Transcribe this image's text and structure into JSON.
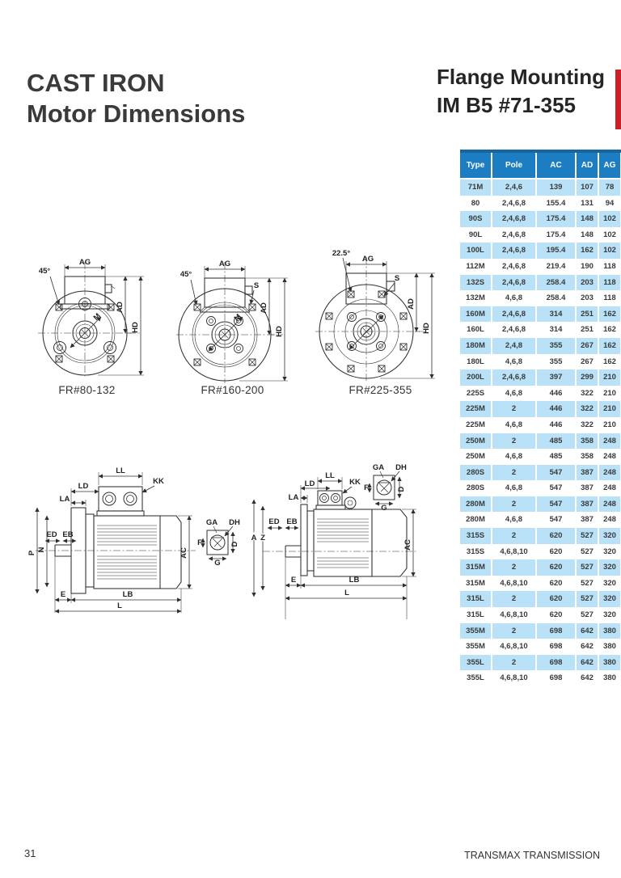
{
  "page": {
    "title_line1": "CAST IRON",
    "title_line2": "Motor Dimensions",
    "heading_line1": "Flange Mounting",
    "heading_line2": "IM B5 #71-355",
    "page_number": "31",
    "footer": "TRANSMAX TRANSMISSION"
  },
  "colors": {
    "header_blue": "#1d7dc2",
    "header_top": "#15659f",
    "row_blue": "#b9e2f8",
    "red_tab": "#cb2026",
    "line": "#2f2f2f"
  },
  "table": {
    "columns": [
      "Type",
      "Pole",
      "AC",
      "AD",
      "AG"
    ],
    "rows": [
      [
        "71M",
        "2,4,6",
        "139",
        "107",
        "78"
      ],
      [
        "80",
        "2,4,6,8",
        "155.4",
        "131",
        "94"
      ],
      [
        "90S",
        "2,4,6,8",
        "175.4",
        "148",
        "102"
      ],
      [
        "90L",
        "2,4,6,8",
        "175.4",
        "148",
        "102"
      ],
      [
        "100L",
        "2,4,6,8",
        "195.4",
        "162",
        "102"
      ],
      [
        "112M",
        "2,4,6,8",
        "219.4",
        "190",
        "118"
      ],
      [
        "132S",
        "2,4,6,8",
        "258.4",
        "203",
        "118"
      ],
      [
        "132M",
        "4,6,8",
        "258.4",
        "203",
        "118"
      ],
      [
        "160M",
        "2,4,6,8",
        "314",
        "251",
        "162"
      ],
      [
        "160L",
        "2,4,6,8",
        "314",
        "251",
        "162"
      ],
      [
        "180M",
        "2,4,8",
        "355",
        "267",
        "162"
      ],
      [
        "180L",
        "4,6,8",
        "355",
        "267",
        "162"
      ],
      [
        "200L",
        "2,4,6,8",
        "397",
        "299",
        "210"
      ],
      [
        "225S",
        "4,6,8",
        "446",
        "322",
        "210"
      ],
      [
        "225M",
        "2",
        "446",
        "322",
        "210"
      ],
      [
        "225M",
        "4,6,8",
        "446",
        "322",
        "210"
      ],
      [
        "250M",
        "2",
        "485",
        "358",
        "248"
      ],
      [
        "250M",
        "4,6,8",
        "485",
        "358",
        "248"
      ],
      [
        "280S",
        "2",
        "547",
        "387",
        "248"
      ],
      [
        "280S",
        "4,6,8",
        "547",
        "387",
        "248"
      ],
      [
        "280M",
        "2",
        "547",
        "387",
        "248"
      ],
      [
        "280M",
        "4,6,8",
        "547",
        "387",
        "248"
      ],
      [
        "315S",
        "2",
        "620",
        "527",
        "320"
      ],
      [
        "315S",
        "4,6,8,10",
        "620",
        "527",
        "320"
      ],
      [
        "315M",
        "2",
        "620",
        "527",
        "320"
      ],
      [
        "315M",
        "4,6,8,10",
        "620",
        "527",
        "320"
      ],
      [
        "315L",
        "2",
        "620",
        "527",
        "320"
      ],
      [
        "315L",
        "4,6,8,10",
        "620",
        "527",
        "320"
      ],
      [
        "355M",
        "2",
        "698",
        "642",
        "380"
      ],
      [
        "355M",
        "4,6,8,10",
        "698",
        "642",
        "380"
      ],
      [
        "355L",
        "2",
        "698",
        "642",
        "380"
      ],
      [
        "355L",
        "4,6,8,10",
        "698",
        "642",
        "380"
      ]
    ]
  },
  "drawings": {
    "front_views": [
      {
        "caption": "FR#80-132",
        "ag": "AG",
        "angle": "45°",
        "ad": "AD",
        "hd": "HD",
        "m": "M"
      },
      {
        "caption": "FR#160-200",
        "ag": "AG",
        "angle": "45°",
        "s": "S",
        "ad": "AD",
        "hd": "HD",
        "m": "M"
      },
      {
        "caption": "FR#225-355",
        "ag": "AG",
        "angle": "22.5°",
        "s": "S",
        "ad": "AD",
        "hd": "HD"
      }
    ],
    "side_views": [
      {
        "ll": "LL",
        "kk": "KK",
        "ld": "LD",
        "la": "LA",
        "ed": "ED",
        "eb": "EB",
        "p": "P",
        "n": "N",
        "ac": "AC",
        "e": "E",
        "lb": "LB",
        "l": "L"
      },
      {
        "ll": "LL",
        "kk": "KK",
        "ld": "LD",
        "la": "LA",
        "ed": "ED",
        "eb": "EB",
        "a": "A",
        "z": "Z",
        "ac": "AC",
        "e": "E",
        "lb": "LB",
        "l": "L"
      }
    ],
    "shaft_detail": {
      "ga": "GA",
      "dh": "DH",
      "f": "F",
      "g": "G",
      "d": "D"
    }
  }
}
